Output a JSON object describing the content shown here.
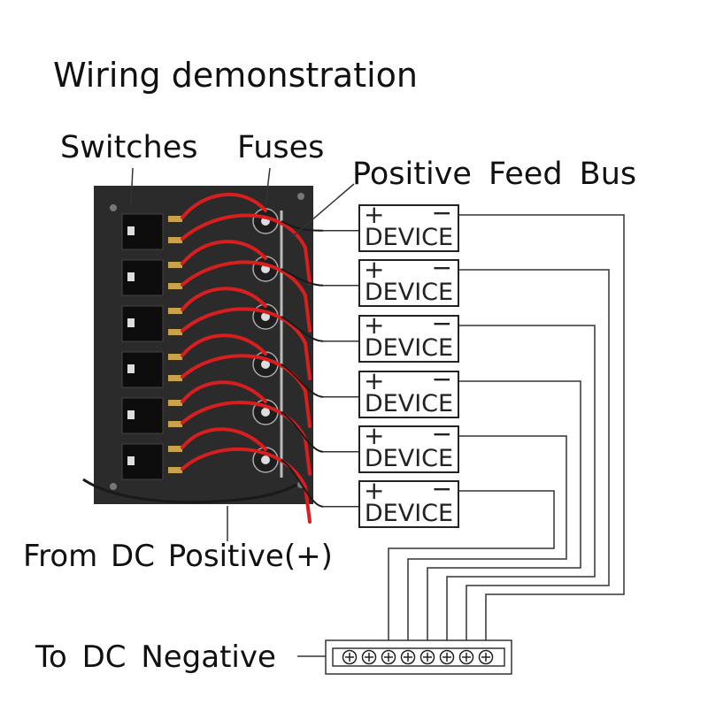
{
  "title": "Wiring demonstration",
  "labels": {
    "switches": "Switches",
    "fuses": "Fuses",
    "positive_feed_bus": "Positive  Feed  Bus",
    "from_dc_positive": "From DC  Positive(+)",
    "to_dc_negative": "To  DC  Negative"
  },
  "devices": [
    {
      "name": "DEVICE",
      "plus": "+",
      "minus": "−"
    },
    {
      "name": "DEVICE",
      "plus": "+",
      "minus": "−"
    },
    {
      "name": "DEVICE",
      "plus": "+",
      "minus": "−"
    },
    {
      "name": "DEVICE",
      "plus": "+",
      "minus": "−"
    },
    {
      "name": "DEVICE",
      "plus": "+",
      "minus": "−"
    },
    {
      "name": "DEVICE",
      "plus": "+",
      "minus": "−"
    }
  ],
  "panel": {
    "switch_count": 6,
    "fuse_count": 6
  },
  "negative_terminal": {
    "terminal_count": 8,
    "symbol": "⊕"
  },
  "colors": {
    "wire_red": "#d81e1e",
    "wire_black": "#1a1a1a",
    "panel": "#2b2b2b",
    "line": "#333333"
  }
}
